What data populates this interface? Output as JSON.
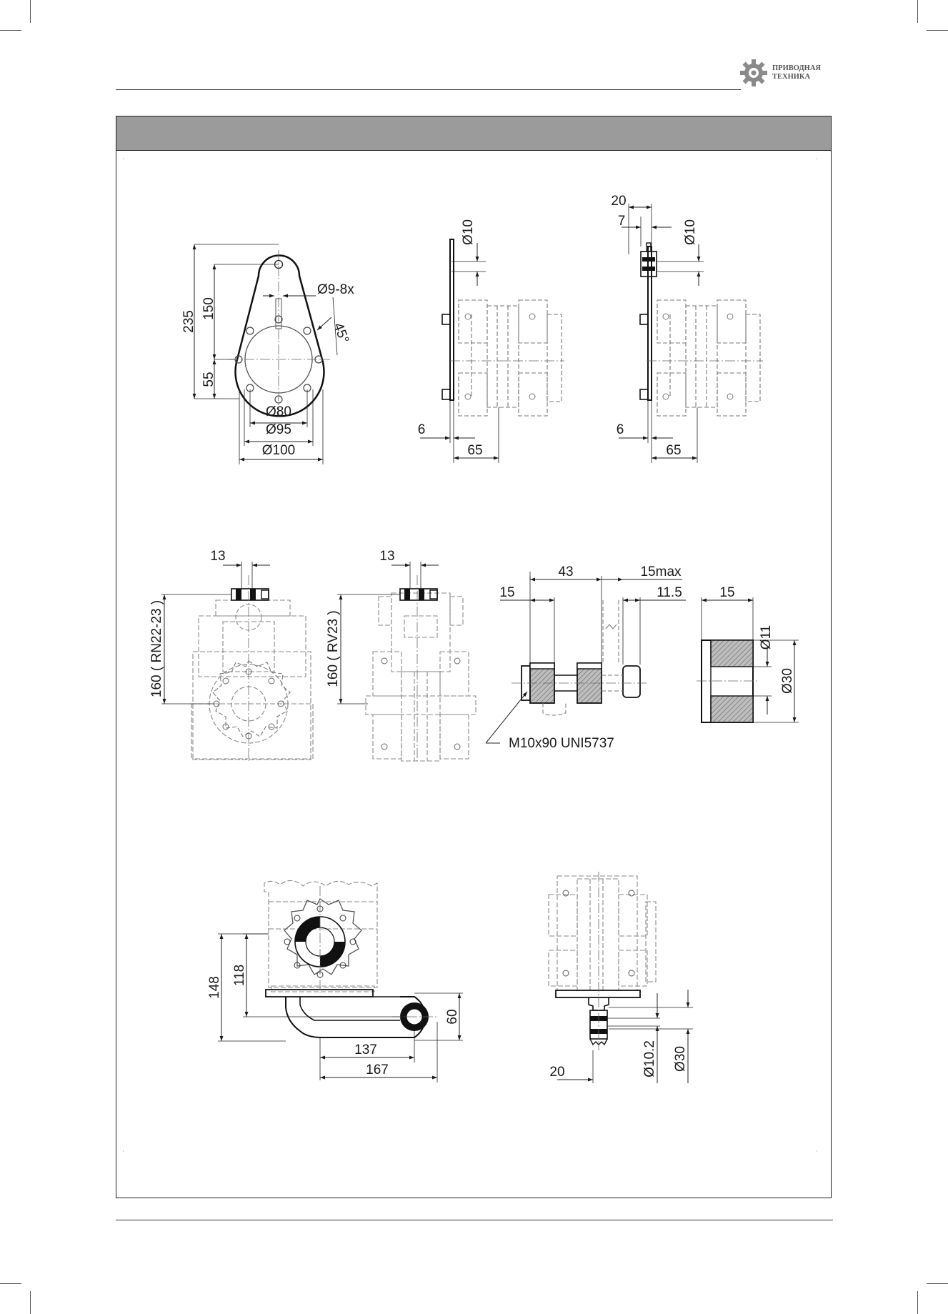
{
  "brand": {
    "logo_line1": "ПРИВОДНАЯ",
    "logo_line2": "ТЕХНИКА",
    "accent_color": "#9b9b9b"
  },
  "arm": {
    "dim_235": "235",
    "dim_150": "150",
    "dim_55": "55",
    "dim_holes": "Ø9-8x",
    "dim_angle": "45°",
    "dim_d80": "Ø80",
    "dim_d95": "Ø95",
    "dim_d100": "Ø100"
  },
  "side_a": {
    "dim_d10": "Ø10",
    "dim_6": "6",
    "dim_65": "65"
  },
  "side_b": {
    "dim_20": "20",
    "dim_7": "7",
    "dim_d10": "Ø10",
    "dim_6": "6",
    "dim_65": "65"
  },
  "mid_left": {
    "dim_13": "13",
    "dim_160": "160 ( RN22-23 )"
  },
  "mid_center": {
    "dim_13": "13",
    "dim_160": "160 ( RV23 )"
  },
  "bolt": {
    "dim_43": "43",
    "dim_15max": "15max",
    "dim_15": "15",
    "dim_11_5": "11.5",
    "bolt_label": "M10x90 UNI5737"
  },
  "bushing": {
    "dim_15": "15",
    "dim_d11": "Ø11",
    "dim_d30": "Ø30"
  },
  "bottom_left": {
    "dim_148": "148",
    "dim_118": "118",
    "dim_60": "60",
    "dim_137": "137",
    "dim_167": "167"
  },
  "bottom_right": {
    "dim_20": "20",
    "dim_d10_2": "Ø10.2",
    "dim_d30": "Ø30"
  }
}
